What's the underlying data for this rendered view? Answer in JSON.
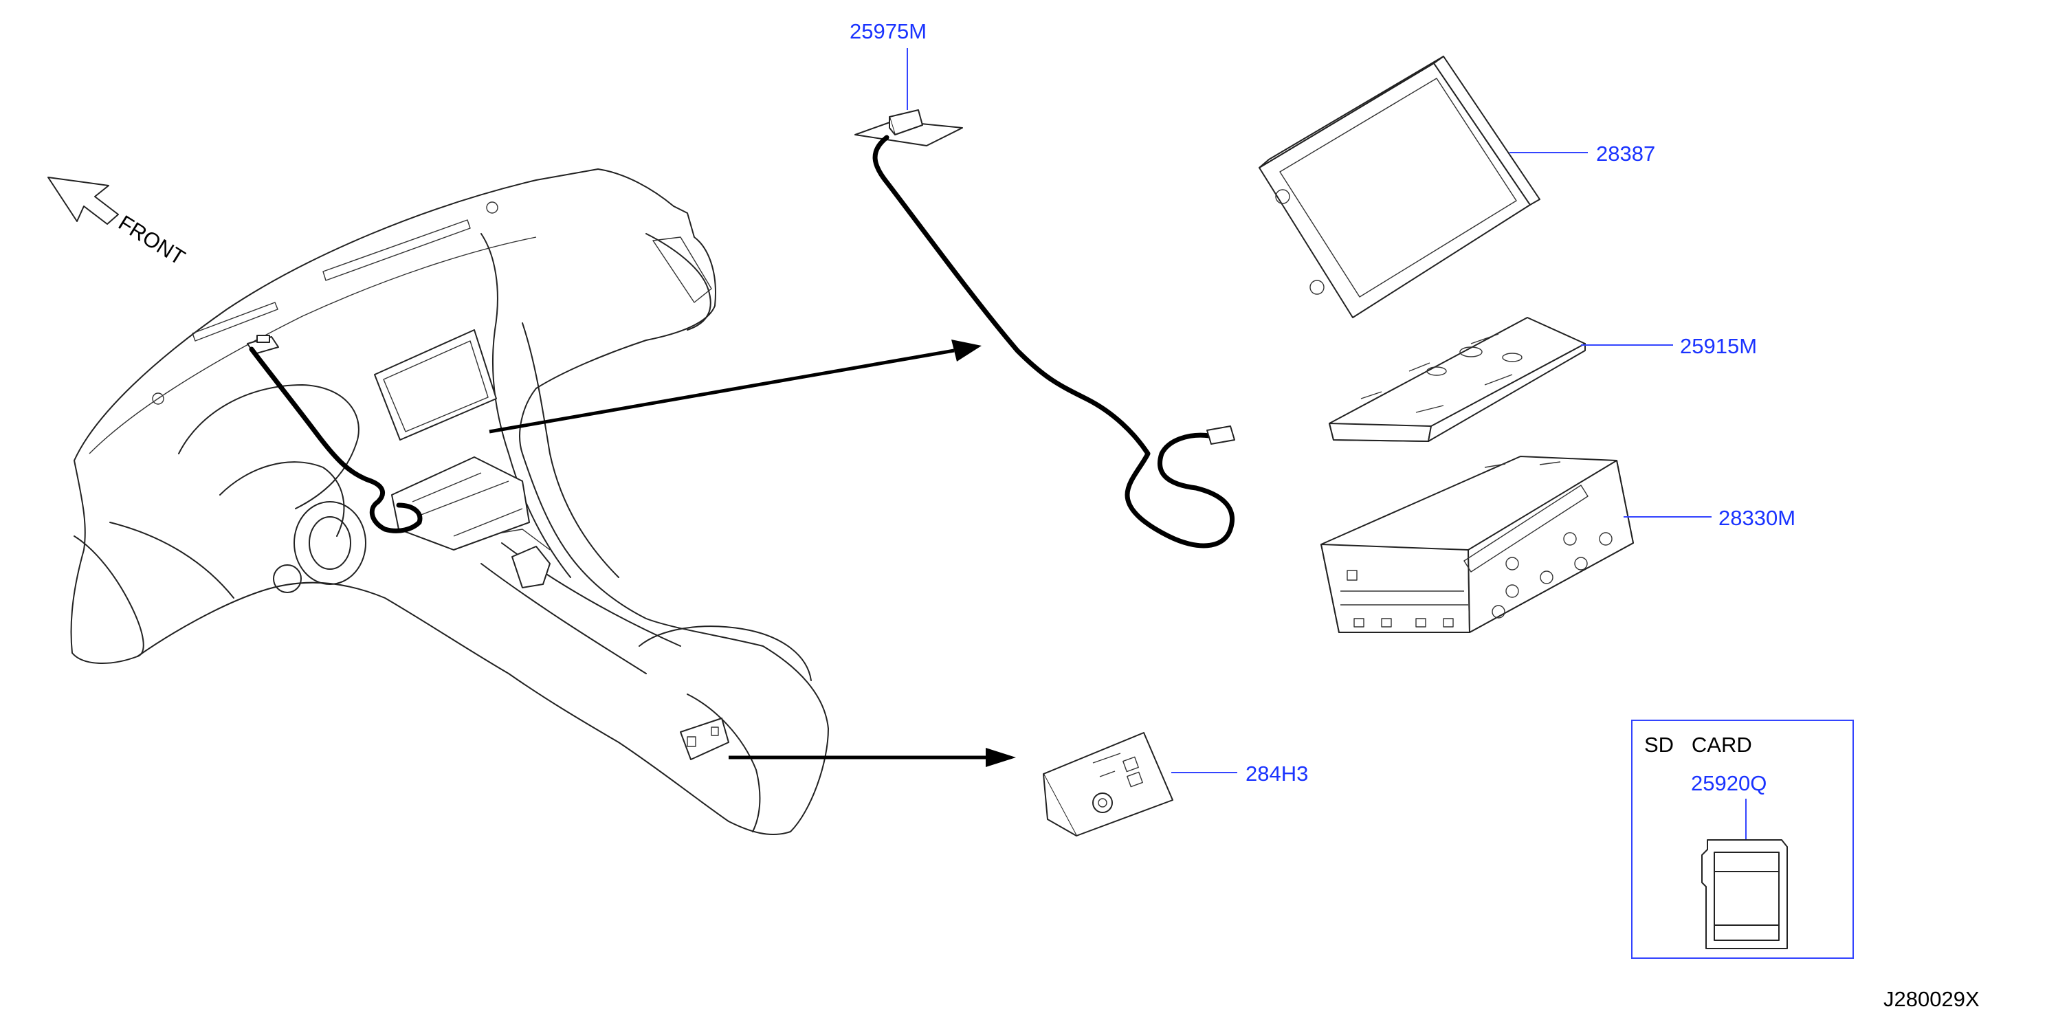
{
  "diagram_id": "J280029X",
  "direction_label": "FRONT",
  "sd_box_title": "SD   CARD",
  "parts": {
    "antenna": "25975M",
    "display": "28387",
    "bracket": "25915M",
    "unit": "28330M",
    "aux_jack": "284H3",
    "sd_card": "25920Q"
  },
  "colors": {
    "part_label": "#1a33ff",
    "leader_line": "#3344ff",
    "line_art": "#222222"
  }
}
